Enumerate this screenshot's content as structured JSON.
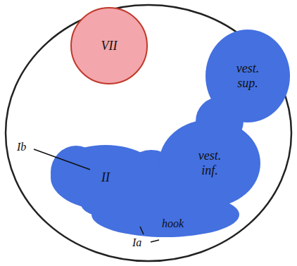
{
  "diagram": {
    "nodes": [
      {
        "text": [
          "VII"
        ]
      },
      {
        "text": [
          "vest. sup."
        ]
      },
      {
        "text": [
          "II"
        ]
      },
      {
        "text": [
          "vest. inf."
        ]
      }
    ],
    "labels": [
      "Ib",
      "Ia",
      "hook"
    ]
  }
}
